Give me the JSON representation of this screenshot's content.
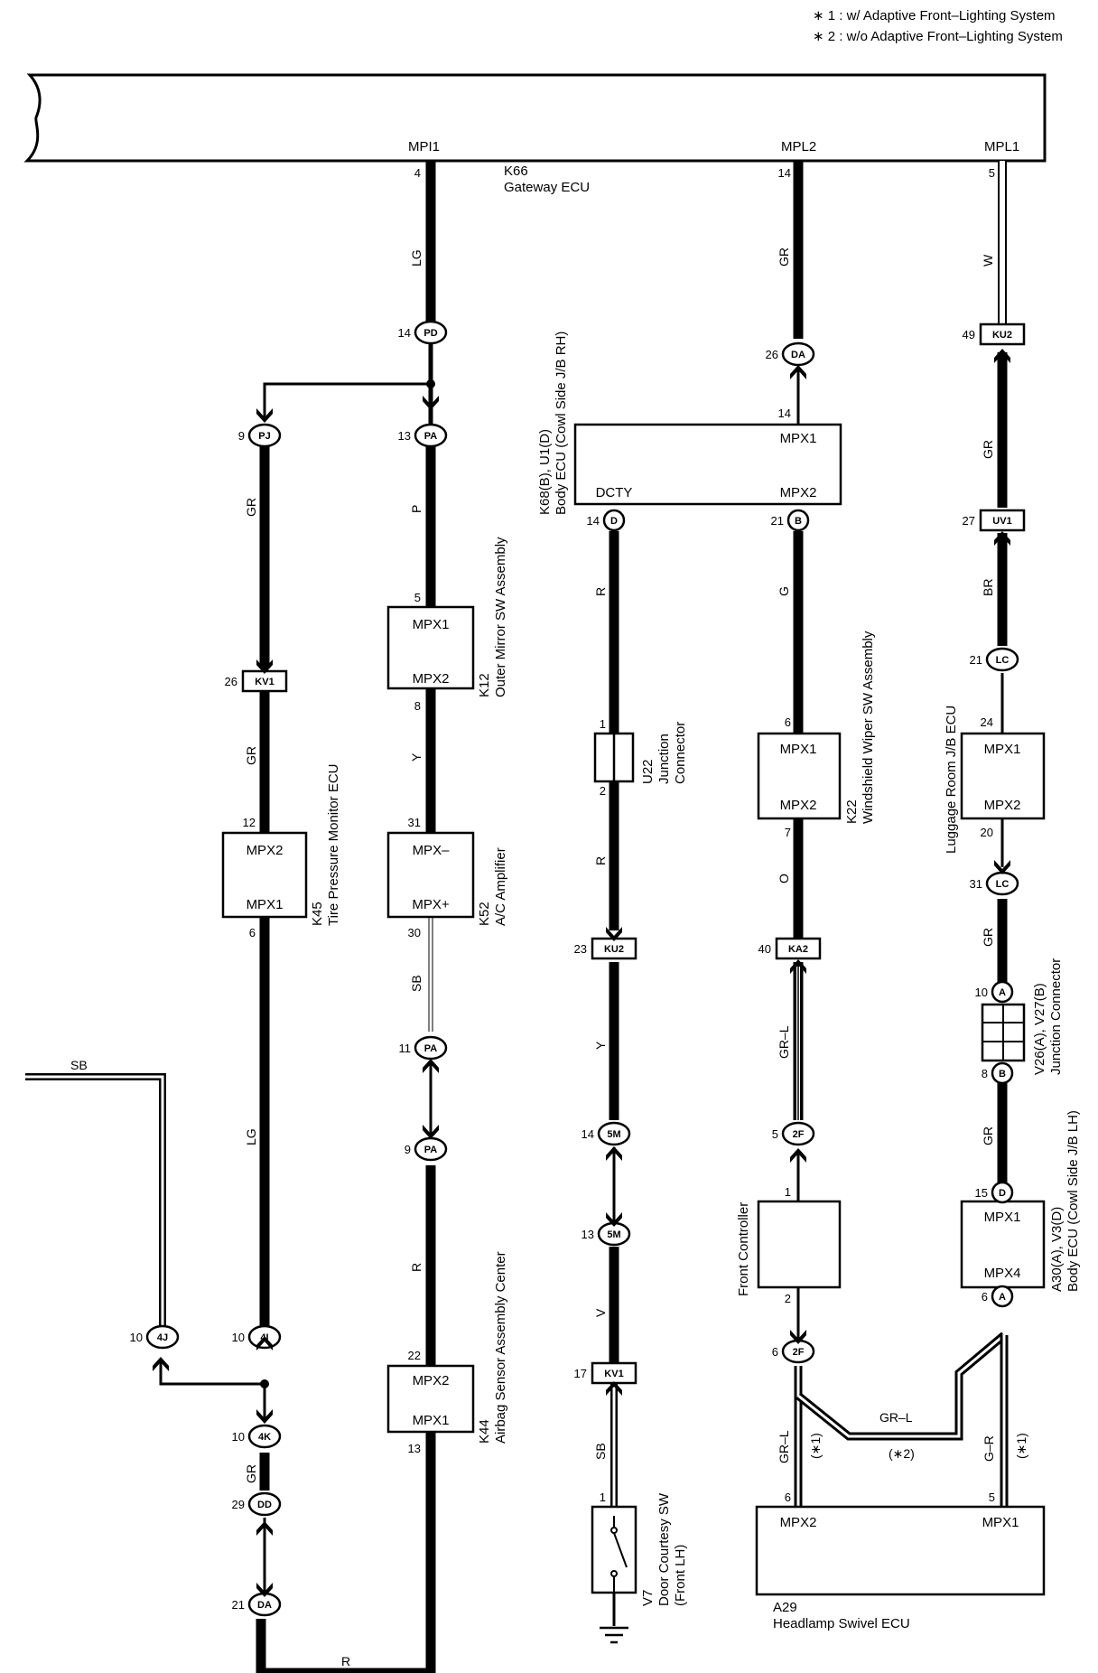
{
  "notes": [
    "∗ 1 : w/ Adaptive Front–Lighting System",
    "∗ 2 : w/o Adaptive Front–Lighting System"
  ],
  "ecu": {
    "code": "K66",
    "name": "Gateway ECU",
    "ports": [
      {
        "id": "mpi1",
        "name": "MPI1",
        "pin": "4",
        "wire": "LG"
      },
      {
        "id": "mpl2",
        "name": "MPL2",
        "pin": "14",
        "wire": "GR"
      },
      {
        "id": "mpl1",
        "name": "MPL1",
        "pin": "5",
        "wire": "W"
      }
    ]
  },
  "connectors": {
    "pd14": {
      "pin": "14",
      "code": "PD"
    },
    "pj9": {
      "pin": "9",
      "code": "PJ"
    },
    "pa13": {
      "pin": "13",
      "code": "PA"
    },
    "kv1_26": {
      "pin": "26",
      "code": "KV1"
    },
    "pa11": {
      "pin": "11",
      "code": "PA"
    },
    "pa9": {
      "pin": "9",
      "code": "PA"
    },
    "j4j": {
      "pin": "10",
      "code": "4J"
    },
    "j4i": {
      "pin": "10",
      "code": "4I"
    },
    "j4k": {
      "pin": "10",
      "code": "4K"
    },
    "dd29": {
      "pin": "29",
      "code": "DD"
    },
    "da21": {
      "pin": "21",
      "code": "DA"
    },
    "d14": {
      "pin": "14",
      "code": "D"
    },
    "ku2_23": {
      "pin": "23",
      "code": "KU2"
    },
    "m5_14": {
      "pin": "14",
      "code": "5M"
    },
    "m5_13": {
      "pin": "13",
      "code": "5M"
    },
    "kv1_17": {
      "pin": "17",
      "code": "KV1"
    },
    "da26": {
      "pin": "26",
      "code": "DA"
    },
    "b21": {
      "pin": "21",
      "code": "B"
    },
    "ka2_40": {
      "pin": "40",
      "code": "KA2"
    },
    "f2_5": {
      "pin": "5",
      "code": "2F"
    },
    "f2_6": {
      "pin": "6",
      "code": "2F"
    },
    "ku2_49": {
      "pin": "49",
      "code": "KU2"
    },
    "uv1_27": {
      "pin": "27",
      "code": "UV1"
    },
    "lc21": {
      "pin": "21",
      "code": "LC"
    },
    "lc31": {
      "pin": "31",
      "code": "LC"
    },
    "a10": {
      "pin": "10",
      "code": "A"
    },
    "b8": {
      "pin": "8",
      "code": "B"
    },
    "d15": {
      "pin": "15",
      "code": "D"
    },
    "a6": {
      "pin": "6",
      "code": "A"
    }
  },
  "components": {
    "k12": {
      "code": "K12",
      "name": "Outer Mirror SW Assembly",
      "p1": "MPX1",
      "p2": "MPX2",
      "pin_top": "5",
      "pin_bot": "8"
    },
    "k52": {
      "code": "K52",
      "name": "A/C Amplifier",
      "p1": "MPX–",
      "p2": "MPX+",
      "pin_top": "31",
      "pin_bot": "30"
    },
    "k45": {
      "code": "K45",
      "name": "Tire Pressure Monitor ECU",
      "p1": "MPX2",
      "p2": "MPX1",
      "pin_top": "12",
      "pin_bot": "6"
    },
    "k44": {
      "code": "K44",
      "name": "Airbag Sensor Assembly Center",
      "p1": "MPX2",
      "p2": "MPX1",
      "pin_top": "22",
      "pin_bot": "13"
    },
    "k68": {
      "code": "K68(B), U1(D)",
      "name": "Body ECU (Cowl Side J/B RH)",
      "p_top": "MPX1",
      "p_bot_l": "DCTY",
      "p_bot_r": "MPX2",
      "pin_top": "14"
    },
    "u22": {
      "code": "U22",
      "name1": "Junction",
      "name2": "Connector",
      "pin_top": "1",
      "pin_bot": "2"
    },
    "k22": {
      "code": "K22",
      "name": "Windshield Wiper SW Assembly",
      "p1": "MPX1",
      "p2": "MPX2",
      "pin_top": "6",
      "pin_bot": "7"
    },
    "fc": {
      "name": "Front Controller",
      "pin_top": "1",
      "pin_bot": "2"
    },
    "v7": {
      "code": "V7",
      "name1": "Door Courtesy SW",
      "name2": "(Front LH)",
      "pin_top": "1"
    },
    "lr": {
      "name": "Luggage Room J/B ECU",
      "p1": "MPX1",
      "p2": "MPX2",
      "pin_top": "24",
      "pin_bot": "20"
    },
    "v26": {
      "code": "V26(A), V27(B)",
      "name": "Junction Connector"
    },
    "a30": {
      "code": "A30(A), V3(D)",
      "name": "Body ECU (Cowl Side J/B LH)",
      "p1": "MPX1",
      "p2": "MPX4"
    },
    "a29": {
      "code": "A29",
      "name": "Headlamp Swivel ECU",
      "p1": "MPX2",
      "p2": "MPX1",
      "pin_l": "6",
      "pin_r": "5"
    }
  },
  "wires": {
    "pj_gr1": "GR",
    "pa_p": "P",
    "kv1_gr": "GR",
    "k12_y": "Y",
    "k52_sb": "SB",
    "k45_lg": "LG",
    "sb_left": "SB",
    "pa_r": "R",
    "dd_gr": "GR",
    "bottom_r": "R",
    "d_r1": "R",
    "d_r2": "R",
    "ku2_y": "Y",
    "m5_v": "V",
    "kv1_sb": "SB",
    "b_g": "G",
    "k22_o": "O",
    "ka2_grl": "GR–L",
    "fc_grl_1": "GR–L",
    "fc_note1": "(∗1)",
    "fc_grl_2": "GR–L",
    "fc_note2": "(∗2)",
    "a6_grr": "G–R",
    "a6_note1": "(∗1)",
    "ku2_gr": "GR",
    "uv1_br": "BR",
    "lc_gr": "GR",
    "b8_gr": "GR"
  }
}
